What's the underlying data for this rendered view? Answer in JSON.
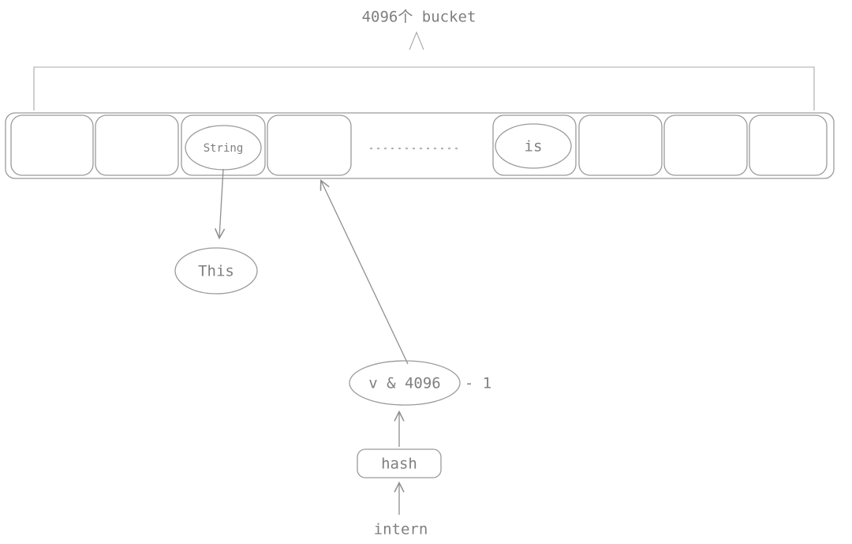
{
  "diagram": {
    "title": "4096个 bucket",
    "table": {
      "name": "bucket-array",
      "buckets": [
        {
          "index": 0,
          "label": ""
        },
        {
          "index": 1,
          "label": ""
        },
        {
          "index": 2,
          "label": "String"
        },
        {
          "index": 3,
          "label": ""
        },
        {
          "index": 4,
          "label": "is"
        },
        {
          "index": 5,
          "label": ""
        },
        {
          "index": 6,
          "label": ""
        },
        {
          "index": 7,
          "label": ""
        }
      ],
      "ellipsis": "..............."
    },
    "nodes": {
      "this_node": "This",
      "index_expr": "v & 4096",
      "index_suffix": "- 1",
      "hash_node": "hash",
      "intern_node": "intern"
    },
    "colors": {
      "stroke": "#9a9a9a",
      "text": "#7f7f7f",
      "background": "#ffffff",
      "dots": "#b0b0b0"
    }
  }
}
